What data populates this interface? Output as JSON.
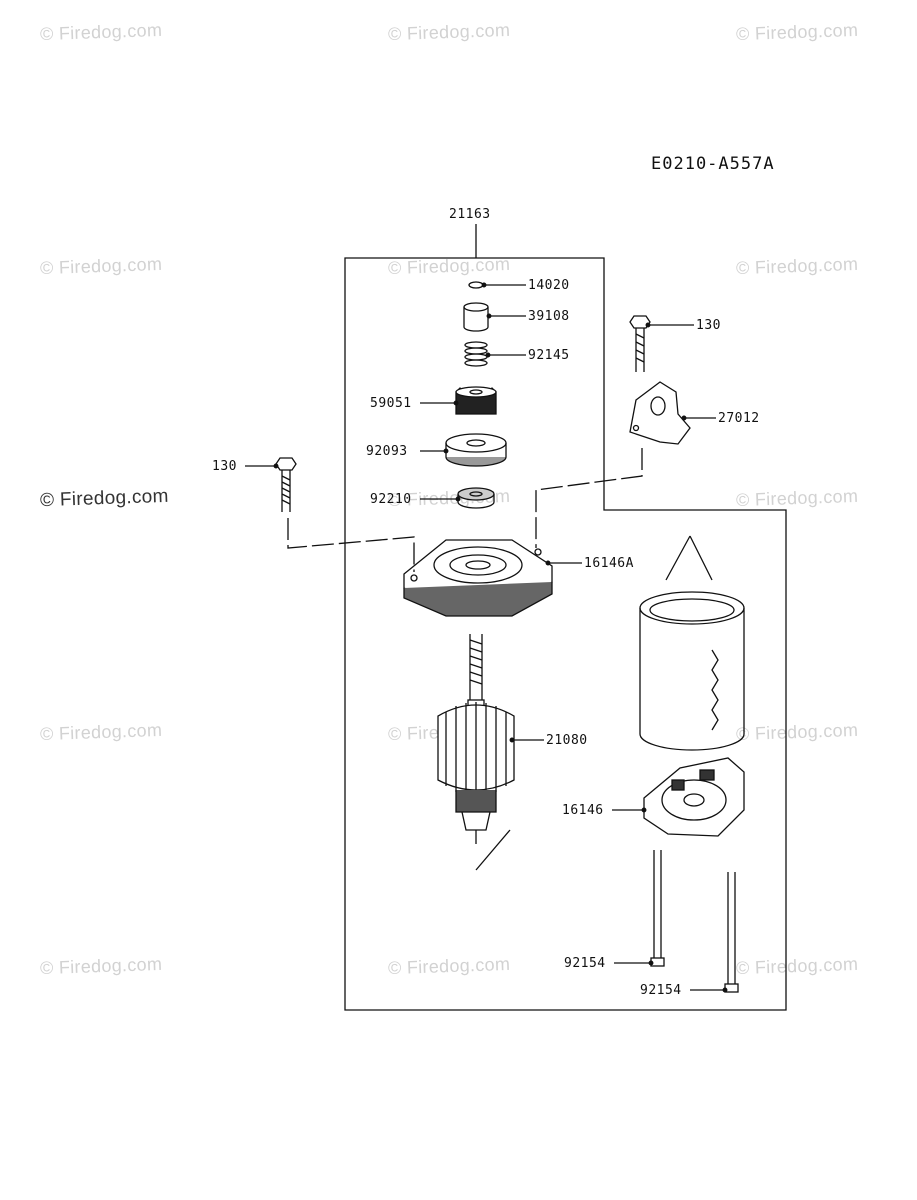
{
  "diagram_code": "E0210-A557A",
  "watermark_text": "© Firedog.com",
  "parts": {
    "assembly": "21163",
    "ring": "14020",
    "collar": "39108",
    "spring": "92145",
    "pinion_gear": "59051",
    "washer_large": "92093",
    "washer_small": "92210",
    "front_cover": "16146A",
    "bracket": "27012",
    "bolt_right": "130",
    "bolt_left": "130",
    "armature": "21080",
    "brush_holder": "16146",
    "through_bolt_1": "92154",
    "through_bolt_2": "92154"
  },
  "colors": {
    "line": "#111111",
    "watermark": "#d2d2d2"
  }
}
